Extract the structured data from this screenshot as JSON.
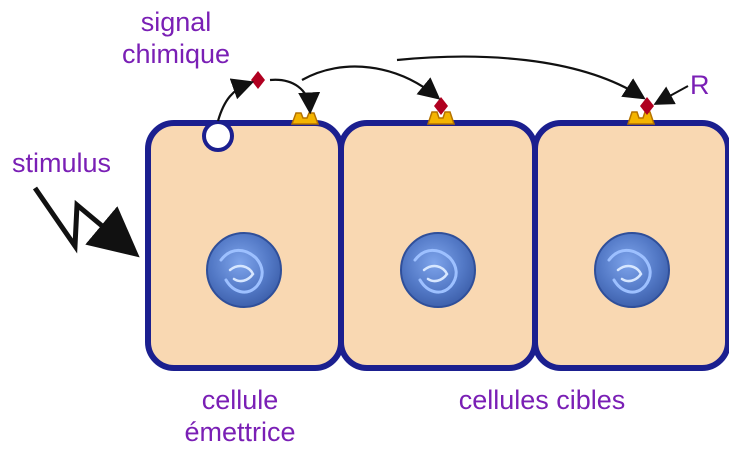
{
  "labels": {
    "signal_line1": "signal",
    "signal_line2": "chimique",
    "stimulus": "stimulus",
    "receptor": "R",
    "emitter_line1": "cellule",
    "emitter_line2": "émettrice",
    "targets": "cellules cibles"
  },
  "colors": {
    "text": "#7a1fb5",
    "cell_fill": "#f9d8b2",
    "cell_border": "#1b1f8f",
    "nucleus": "#4f78c8",
    "signal": "#b00020",
    "receptor": "#f4b400",
    "arrow": "#111111"
  }
}
